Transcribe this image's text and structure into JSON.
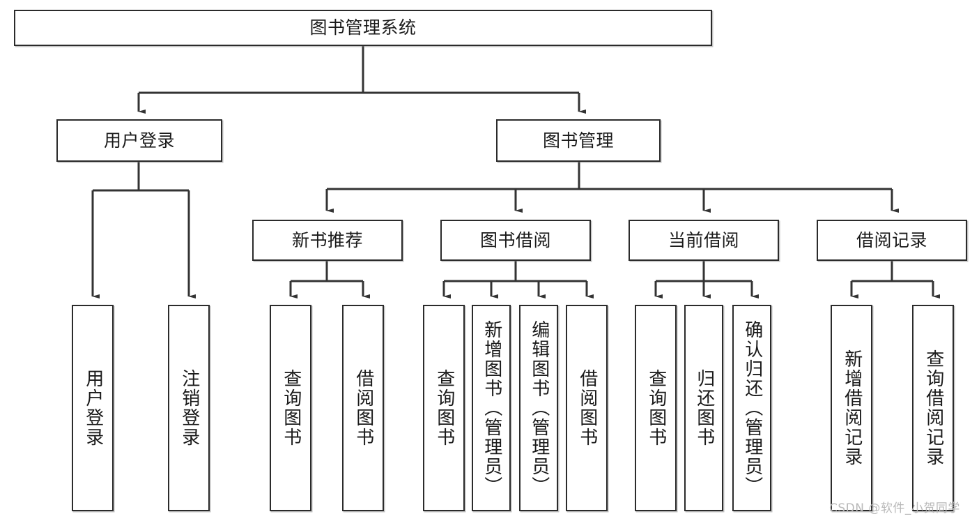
{
  "diagram": {
    "type": "tree-hierarchy",
    "title": "图书管理系统",
    "root": {
      "id": "root",
      "label": "图书管理系统",
      "orientation": "horizontal"
    },
    "level2": [
      {
        "id": "user-login",
        "label": "用户登录",
        "orientation": "horizontal"
      },
      {
        "id": "book-manage",
        "label": "图书管理",
        "orientation": "horizontal"
      }
    ],
    "level3": [
      {
        "id": "new-book-recommend",
        "label": "新书推荐",
        "orientation": "horizontal",
        "parent": "book-manage"
      },
      {
        "id": "book-borrow",
        "label": "图书借阅",
        "orientation": "horizontal",
        "parent": "book-manage"
      },
      {
        "id": "current-borrow",
        "label": "当前借阅",
        "orientation": "horizontal",
        "parent": "book-manage"
      },
      {
        "id": "borrow-record",
        "label": "借阅记录",
        "orientation": "horizontal",
        "parent": "book-manage"
      }
    ],
    "leaves": [
      {
        "id": "leaf-user-login",
        "label": "用户登录",
        "parent": "user-login"
      },
      {
        "id": "leaf-logout-login",
        "label": "注销登录",
        "parent": "user-login"
      },
      {
        "id": "leaf-query-book-rec",
        "label": "查询图书",
        "parent": "new-book-recommend"
      },
      {
        "id": "leaf-borrow-book-rec",
        "label": "借阅图书",
        "parent": "new-book-recommend"
      },
      {
        "id": "leaf-query-book-borrow",
        "label": "查询图书",
        "parent": "book-borrow"
      },
      {
        "id": "leaf-add-book-admin",
        "label": "新增图书（管理员）",
        "parent": "book-borrow"
      },
      {
        "id": "leaf-edit-book-admin",
        "label": "编辑图书（管理员）",
        "parent": "book-borrow"
      },
      {
        "id": "leaf-borrow-book",
        "label": "借阅图书",
        "parent": "book-borrow"
      },
      {
        "id": "leaf-query-book-current",
        "label": "查询图书",
        "parent": "current-borrow"
      },
      {
        "id": "leaf-return-book",
        "label": "归还图书",
        "parent": "current-borrow"
      },
      {
        "id": "leaf-confirm-return-admin",
        "label": "确认归还（管理员）",
        "parent": "current-borrow"
      },
      {
        "id": "leaf-add-borrow-record",
        "label": "新增借阅记录",
        "parent": "borrow-record"
      },
      {
        "id": "leaf-query-borrow-record",
        "label": "查询借阅记录",
        "parent": "borrow-record"
      }
    ],
    "colors": {
      "border": "#2b2b2b",
      "background": "#ffffff",
      "text": "#1a1a1a",
      "edge": "#333333",
      "watermark": "#b9b9b9"
    }
  },
  "watermark": {
    "text": "CSDN @软件_小贺同学"
  }
}
